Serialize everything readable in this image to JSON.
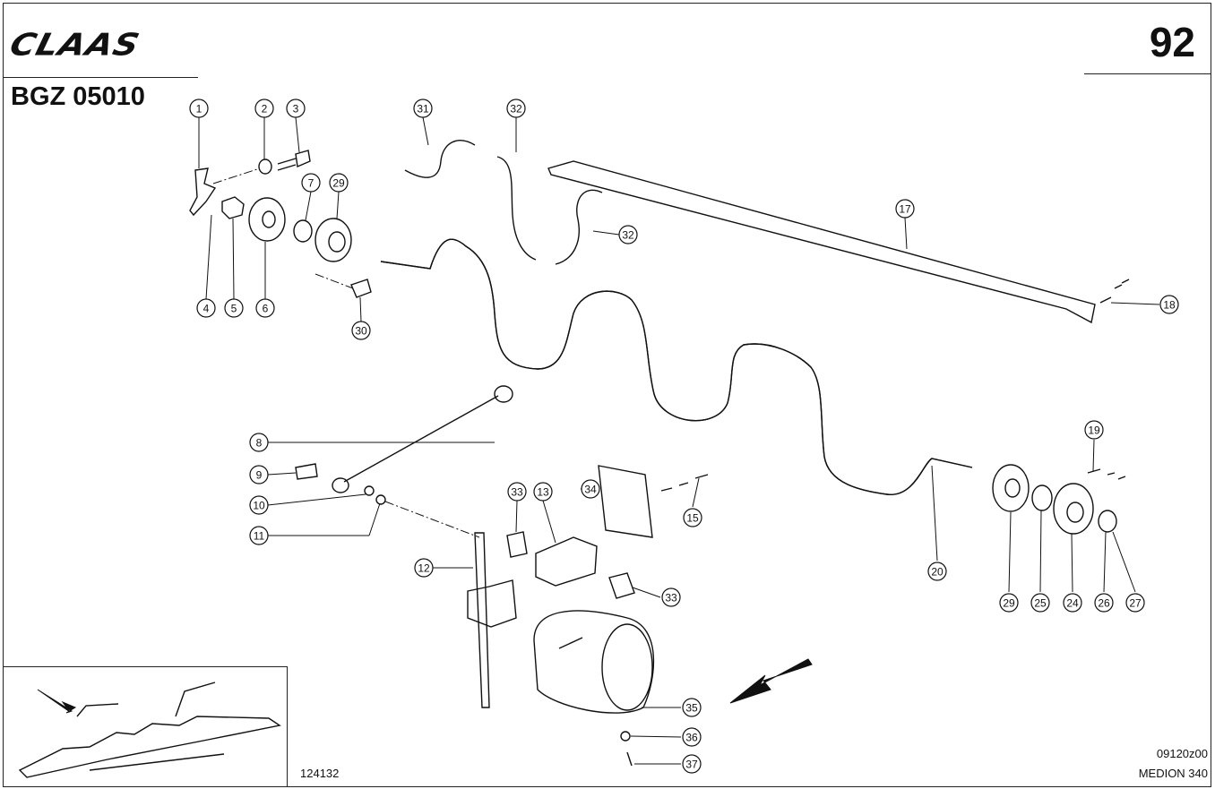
{
  "header": {
    "brand": "CLAAS",
    "doc_code": "BGZ 05010",
    "page_number": "92"
  },
  "footer": {
    "figure_number": "124132",
    "drawing_id": "09120z00",
    "model": "MEDION 340"
  },
  "callouts": [
    {
      "id": "c1",
      "label": "1"
    },
    {
      "id": "c2",
      "label": "2"
    },
    {
      "id": "c3",
      "label": "3"
    },
    {
      "id": "c4",
      "label": "4"
    },
    {
      "id": "c5",
      "label": "5"
    },
    {
      "id": "c6",
      "label": "6"
    },
    {
      "id": "c7",
      "label": "7"
    },
    {
      "id": "c29a",
      "label": "29"
    },
    {
      "id": "c30",
      "label": "30"
    },
    {
      "id": "c31",
      "label": "31"
    },
    {
      "id": "c32a",
      "label": "32"
    },
    {
      "id": "c32b",
      "label": "32"
    },
    {
      "id": "c17",
      "label": "17"
    },
    {
      "id": "c18",
      "label": "18"
    },
    {
      "id": "c8",
      "label": "8"
    },
    {
      "id": "c9",
      "label": "9"
    },
    {
      "id": "c10",
      "label": "10"
    },
    {
      "id": "c11",
      "label": "11"
    },
    {
      "id": "c12",
      "label": "12"
    },
    {
      "id": "c33a",
      "label": "33"
    },
    {
      "id": "c13",
      "label": "13"
    },
    {
      "id": "c34",
      "label": "34"
    },
    {
      "id": "c15",
      "label": "15"
    },
    {
      "id": "c33b",
      "label": "33"
    },
    {
      "id": "c20",
      "label": "20"
    },
    {
      "id": "c19",
      "label": "19"
    },
    {
      "id": "c29b",
      "label": "29"
    },
    {
      "id": "c25",
      "label": "25"
    },
    {
      "id": "c24",
      "label": "24"
    },
    {
      "id": "c26",
      "label": "26"
    },
    {
      "id": "c27",
      "label": "27"
    },
    {
      "id": "c35",
      "label": "35"
    },
    {
      "id": "c36",
      "label": "36"
    },
    {
      "id": "c37",
      "label": "37"
    }
  ]
}
